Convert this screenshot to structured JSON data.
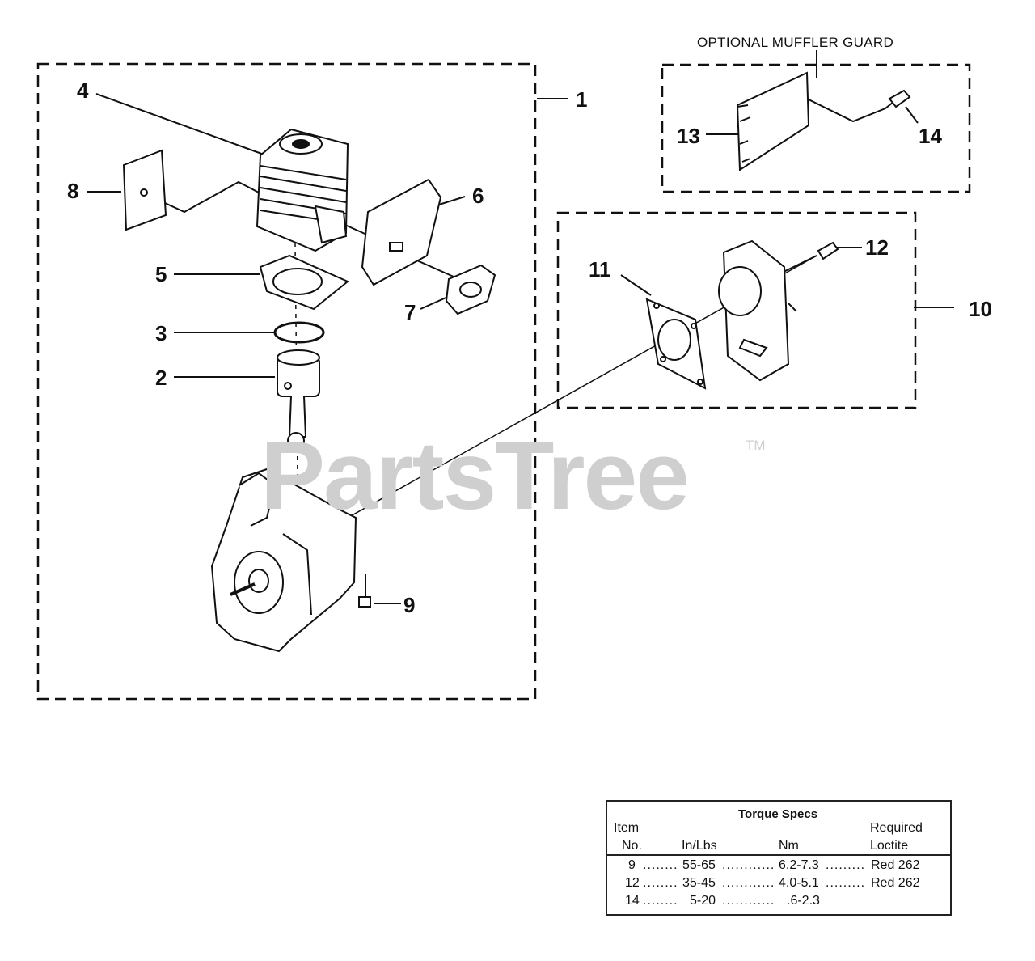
{
  "diagram": {
    "group_label_guard": "OPTIONAL MUFFLER GUARD",
    "callouts": {
      "c1": "1",
      "c2": "2",
      "c3": "3",
      "c4": "4",
      "c5": "5",
      "c6": "6",
      "c7": "7",
      "c8": "8",
      "c9": "9",
      "c10": "10",
      "c11": "11",
      "c12": "12",
      "c13": "13",
      "c14": "14"
    },
    "watermark": "PartsTree",
    "watermark_tm": "TM"
  },
  "torque_specs": {
    "title": "Torque Specs",
    "header": {
      "item_top": "Item",
      "item_bottom": "No.",
      "inlbs": "In/Lbs",
      "nm": "Nm",
      "loctite_top": "Required",
      "loctite_bottom": "Loctite"
    },
    "rows": [
      {
        "item": "9",
        "inlbs": "55-65",
        "nm": "6.2-7.3",
        "loctite": "Red 262"
      },
      {
        "item": "12",
        "inlbs": "35-45",
        "nm": "4.0-5.1",
        "loctite": "Red 262"
      },
      {
        "item": "14",
        "inlbs": "5-20",
        "nm": ".6-2.3",
        "loctite": ""
      }
    ]
  }
}
